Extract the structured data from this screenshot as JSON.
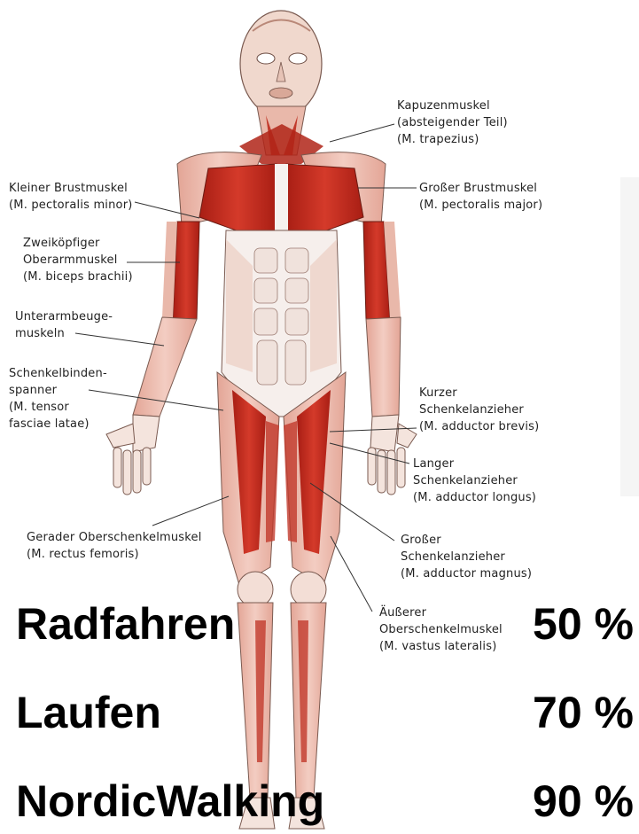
{
  "colors": {
    "muscle_red": "#c0281c",
    "muscle_pink": "#e8a89a",
    "skin": "#f1dcd3",
    "tendon": "#f6f2ef",
    "line": "#333333"
  },
  "labels": {
    "trapezius": "Kapuzenmuskel\n(absteigender Teil)\n(M. trapezius)",
    "pectoralis_minor": "Kleiner Brustmuskel\n(M. pectoralis minor)",
    "pectoralis_major": "Großer Brustmuskel\n(M. pectoralis major)",
    "biceps": "Zweiköpfiger\nOberarmmuskel\n(M. biceps brachii)",
    "forearm_flexors": "Unterarmbeuge-\nmuskeln",
    "tensor": "Schenkelbinden-\nspanner\n(M. tensor\nfasciae latae)",
    "adductor_brevis": "Kurzer\nSchenkelanzieher\n(M. adductor brevis)",
    "adductor_longus": "Langer\nSchenkelanzieher\n(M. adductor longus)",
    "rectus_femoris": "Gerader Oberschenkelmuskel\n(M. rectus femoris)",
    "adductor_magnus": "Großer\nSchenkelanzieher\n(M. adductor magnus)",
    "vastus_lateralis": "Äußerer\nOberschenkelmuskel\n(M. vastus lateralis)"
  },
  "activities": [
    {
      "name": "Radfahren",
      "percent": "50 %"
    },
    {
      "name": "Laufen",
      "percent": "70 %"
    },
    {
      "name": "NordicWalking",
      "percent": "90 %"
    }
  ]
}
